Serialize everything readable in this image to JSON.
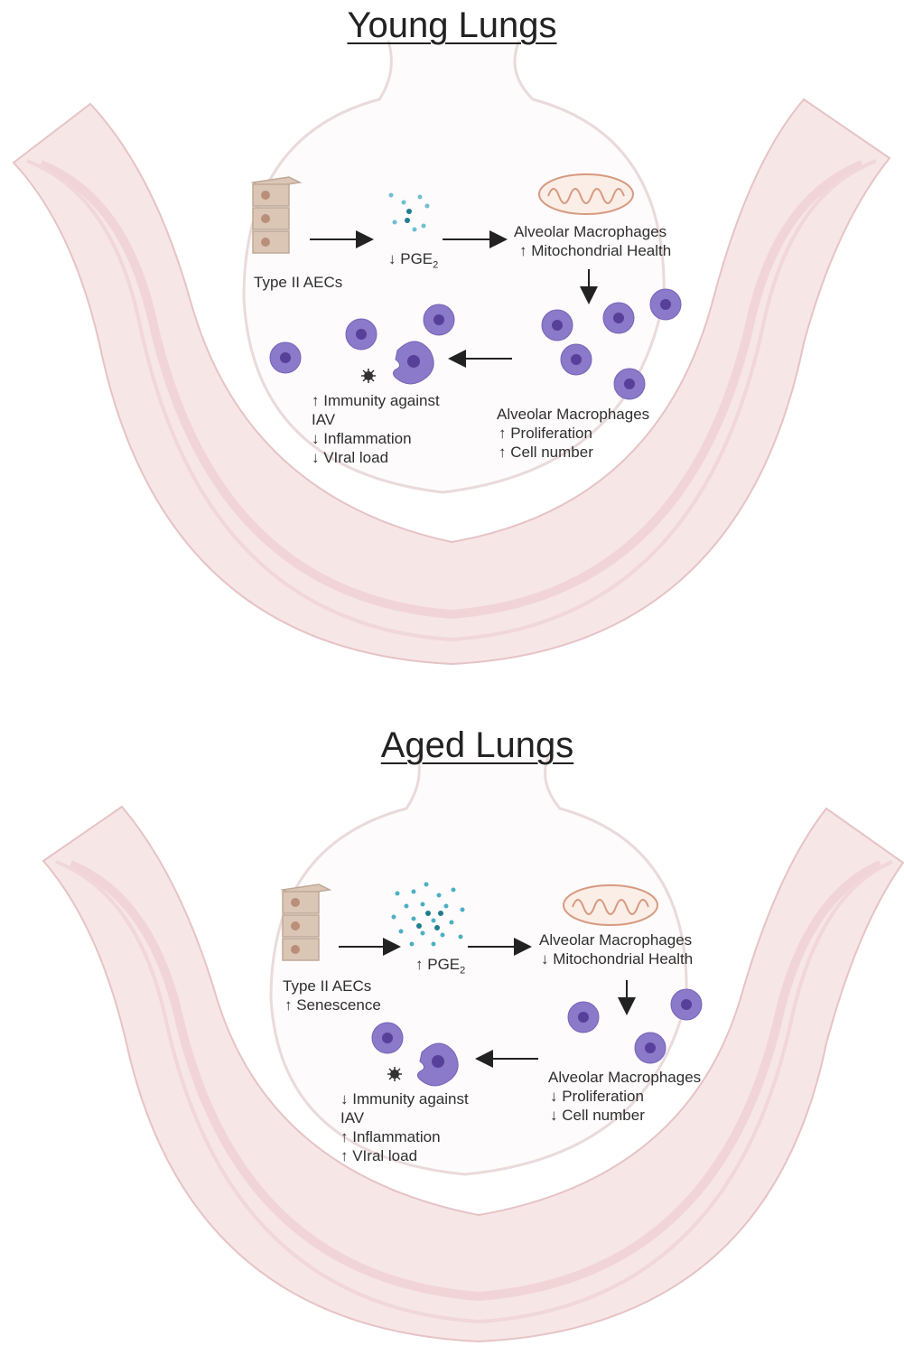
{
  "panels": [
    {
      "title": "Young Lungs",
      "aec": [
        "Type II AECs"
      ],
      "pge_arrow": "↓",
      "pge": "PGE",
      "pge_sub": "2",
      "am_top": [
        "Alveolar Macrophages",
        "↑ Mitochondrial Health"
      ],
      "am_right": [
        "Alveolar Macrophages",
        "↑ Proliferation",
        "↑ Cell number"
      ],
      "outcome": [
        "↑ Immunity against",
        "IAV",
        "↓  Inflammation",
        "↓ VIral load"
      ]
    },
    {
      "title": "Aged Lungs",
      "aec": [
        "Type II AECs",
        "↑ Senescence"
      ],
      "pge_arrow": "↑",
      "pge": "PGE",
      "pge_sub": "2",
      "am_top": [
        "Alveolar Macrophages",
        "↓ Mitochondrial Health"
      ],
      "am_right": [
        "Alveolar Macrophages",
        "↓ Proliferation",
        "↓ Cell number"
      ],
      "outcome": [
        "↓ Immunity against",
        "IAV",
        "↑ Inflammation",
        "↑ VIral load"
      ]
    }
  ],
  "colors": {
    "vessel": "#f6e4e4",
    "vessel_edge": "#e9c4c6",
    "macrophage": "#8a78c9",
    "nucleus": "#5a3f96",
    "pge": "#2f9bb3",
    "mito": "#e9a688",
    "epithelium": "#d9c3b3"
  }
}
